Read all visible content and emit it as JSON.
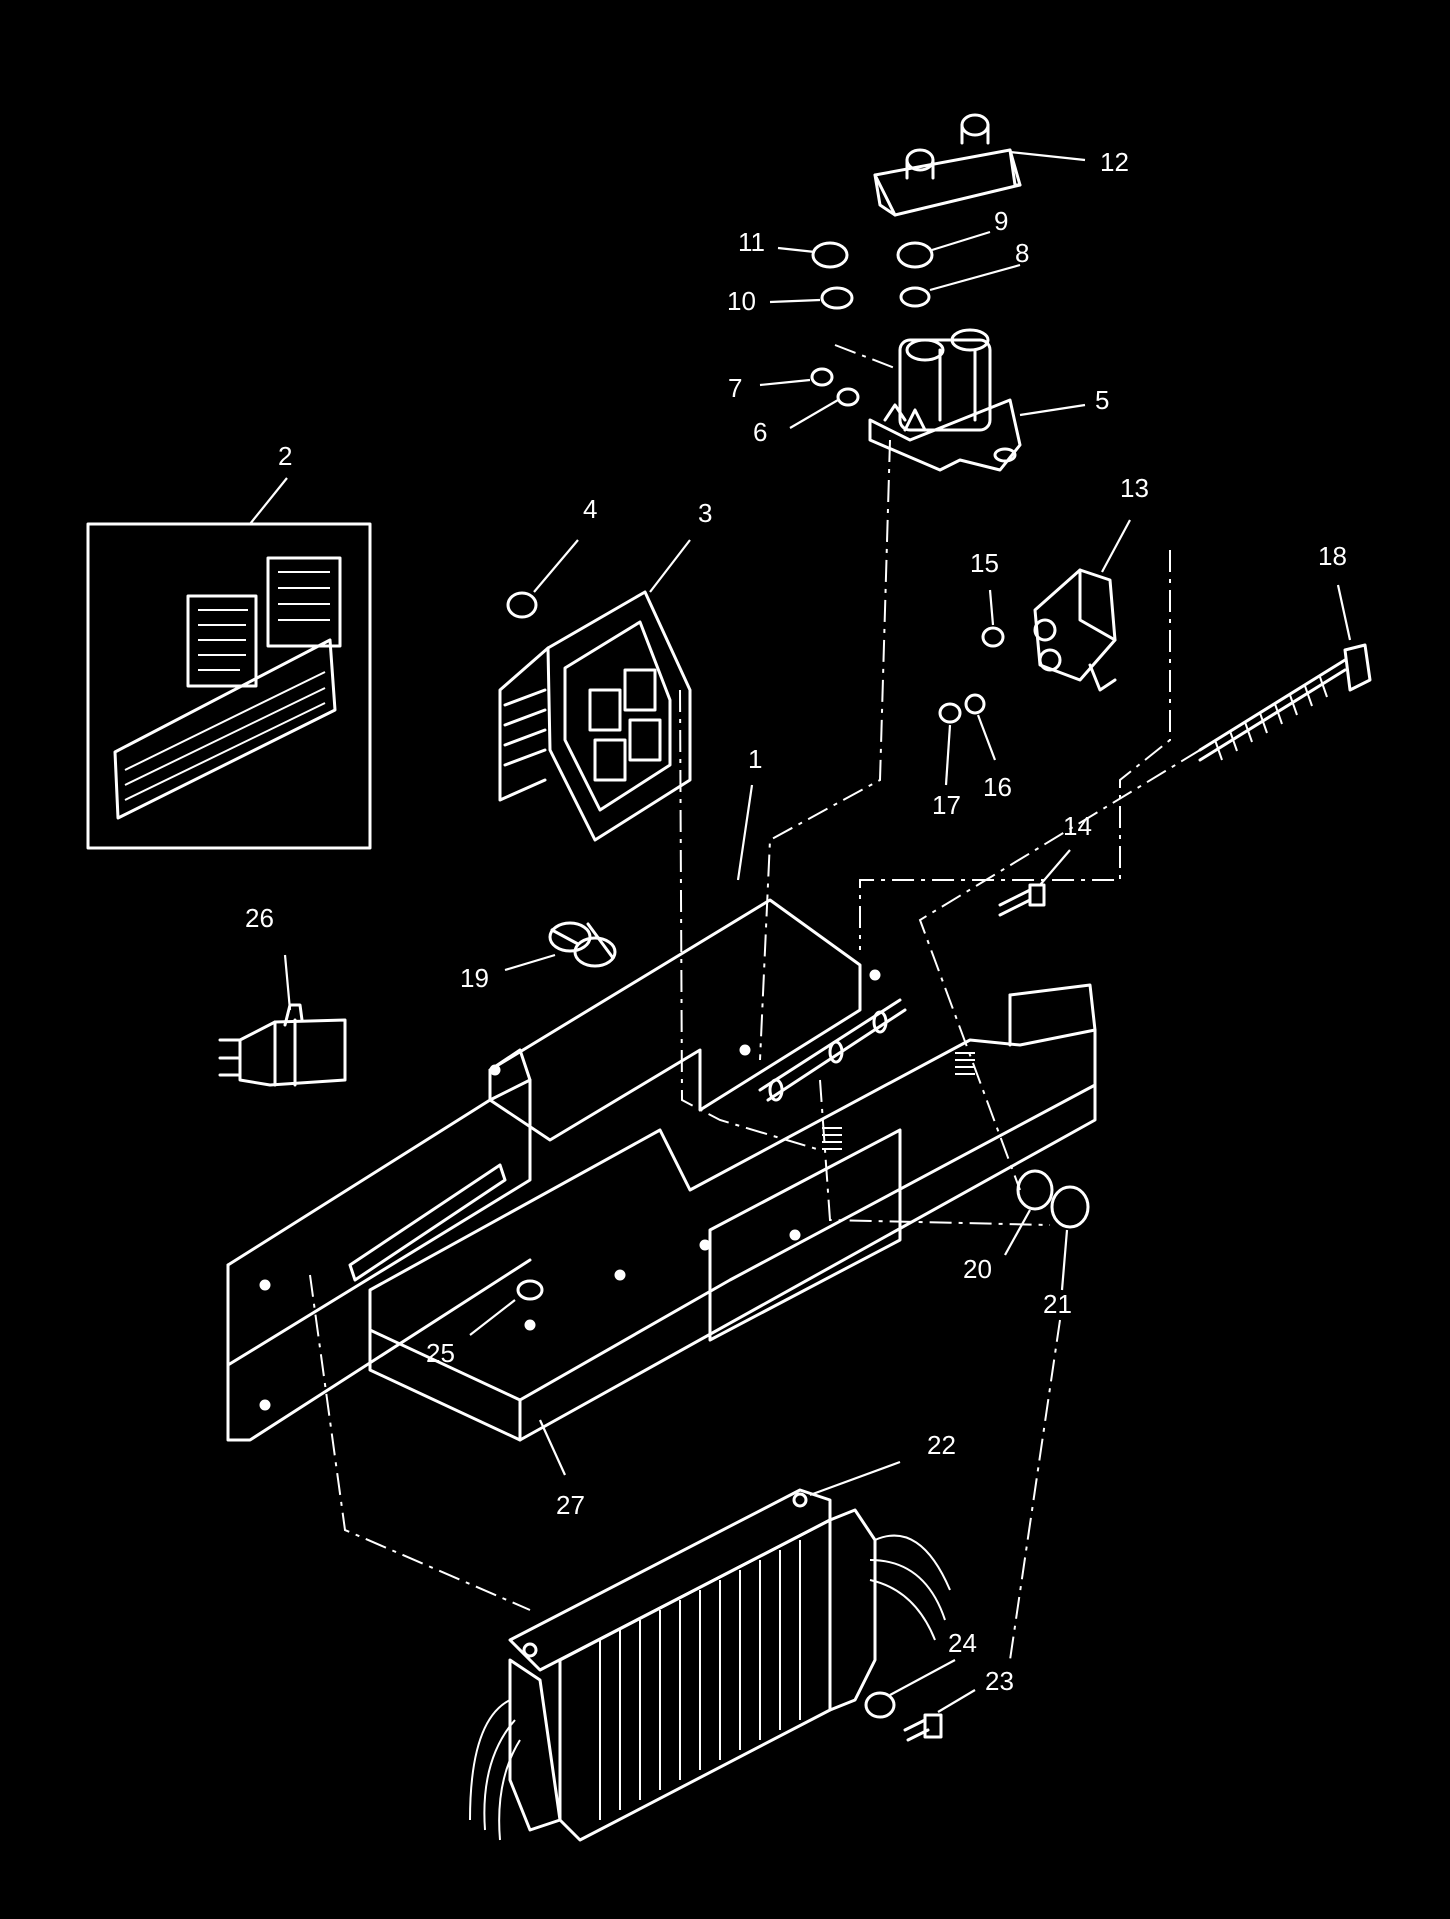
{
  "callouts": {
    "c1": "1",
    "c2": "2",
    "c3": "3",
    "c4": "4",
    "c5": "5",
    "c6": "6",
    "c7": "7",
    "c8": "8",
    "c9": "9",
    "c10": "10",
    "c11": "11",
    "c12": "12",
    "c13": "13",
    "c14": "14",
    "c15": "15",
    "c16": "16",
    "c17": "17",
    "c18": "18",
    "c19": "19",
    "c20": "20",
    "c21": "21",
    "c22": "22",
    "c23": "23",
    "c24": "24",
    "c25": "25",
    "c26": "26",
    "c27": "27"
  },
  "colors": {
    "background": "#000000",
    "linework": "#ffffff"
  }
}
